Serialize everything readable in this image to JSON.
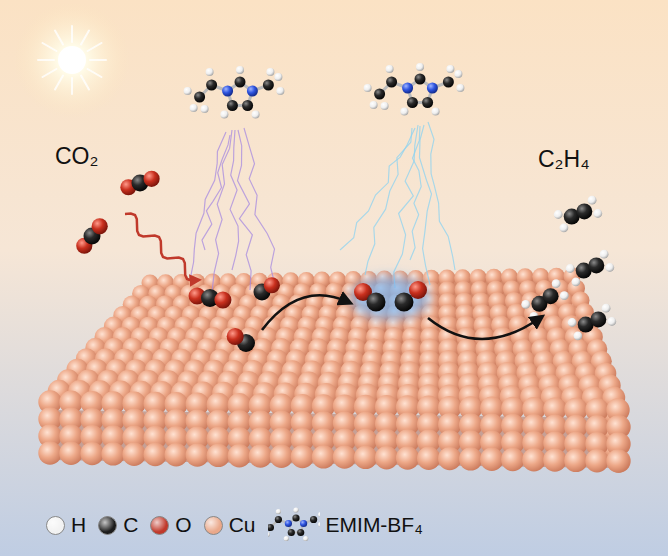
{
  "diagram": {
    "labels": [
      "CO₂",
      "C₂H₄"
    ],
    "legend": [
      {
        "text": "H",
        "color": "#f2f2f2"
      },
      {
        "text": "C",
        "color": "#1c1c1c"
      },
      {
        "text": "O",
        "color": "#c0392b"
      },
      {
        "text": "Cu",
        "color": "#eaa88a"
      },
      {
        "text": "EMIM-BF₄"
      }
    ]
  }
}
